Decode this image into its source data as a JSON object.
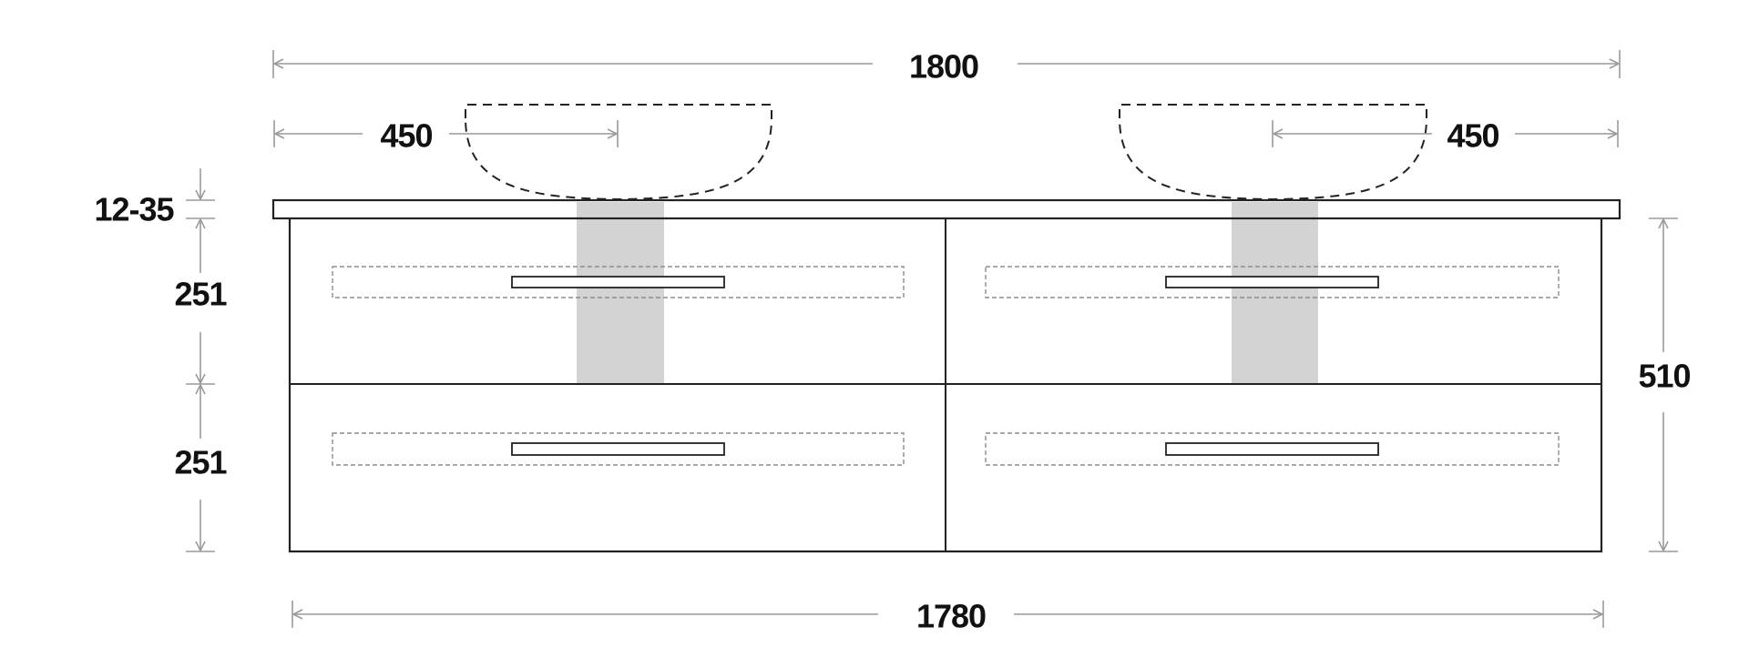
{
  "dimensions": {
    "overall_top_width": "1800",
    "basin_left_offset": "450",
    "basin_right_offset": "450",
    "top_thickness": "12-35",
    "upper_drawer_height": "251",
    "lower_drawer_height": "251",
    "cabinet_height": "510",
    "cabinet_width": "1780"
  },
  "colors": {
    "outline": "#222222",
    "dimension_line": "#9a9a9a",
    "plumbing_zone": "#d3d3d3"
  }
}
